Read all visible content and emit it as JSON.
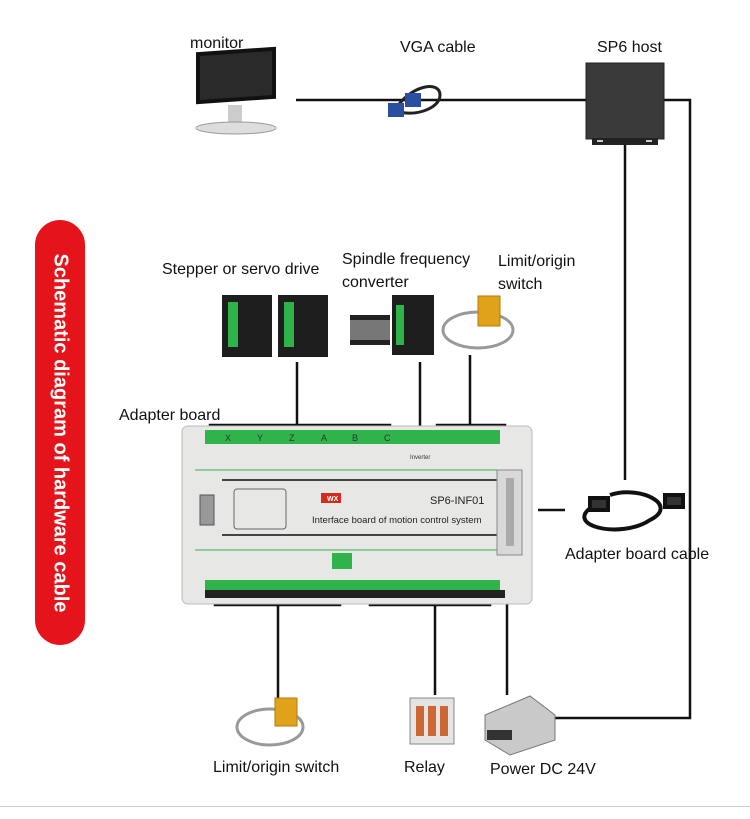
{
  "title": "Schematic diagram of hardware cable",
  "labels": {
    "monitor": "monitor",
    "vga_cable": "VGA cable",
    "sp6_host": "SP6 host",
    "stepper": "Stepper or servo drive",
    "spindle_line1": "Spindle frequency",
    "spindle_line2": "converter",
    "limit_top_line1": "Limit/origin",
    "limit_top_line2": "switch",
    "adapter_board": "Adapter board",
    "adapter_cable": "Adapter board cable",
    "limit_bottom": "Limit/origin switch",
    "relay": "Relay",
    "power": "Power DC 24V"
  },
  "board": {
    "model": "SP6-INF01",
    "subtitle": "Interface board of motion control system",
    "axes": [
      "X",
      "Y",
      "Z",
      "A",
      "B",
      "C"
    ],
    "inverter": "Inverter",
    "brand": "WX"
  },
  "colors": {
    "accent": "#e5141b",
    "terminal": "#2fb34a"
  }
}
